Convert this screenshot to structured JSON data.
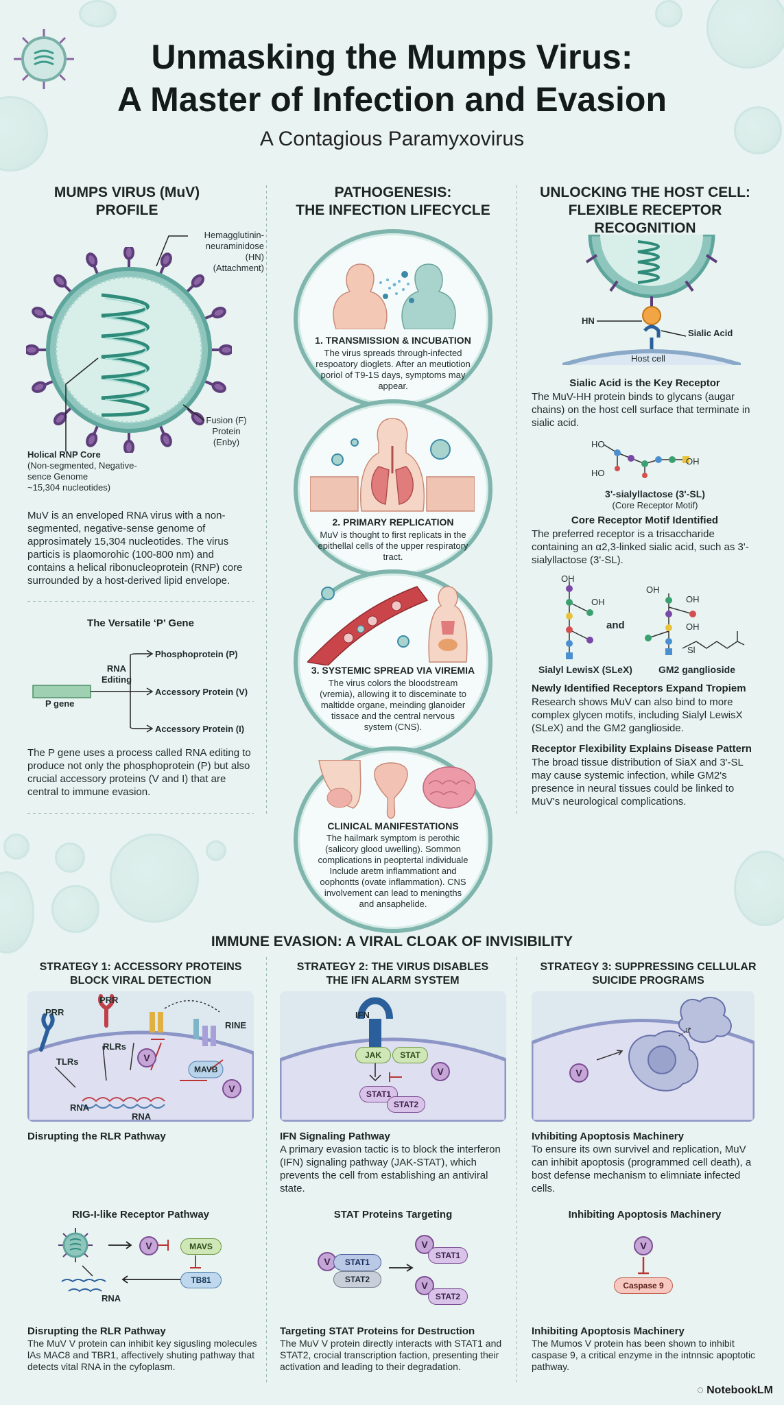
{
  "header": {
    "title_line1": "Unmasking the Mumps Virus:",
    "title_line2": "A Master of Infection and Evasion",
    "subtitle": "A Contagious Paramyxovirus"
  },
  "profile": {
    "heading_line1": "MUMPS VIRUS (MuV)",
    "heading_line2": "PROFILE",
    "label_hn": "Hemagglutinin-\nneuraminidose\n(HN)\n(Attachment)",
    "label_f": "Fusion (F)\nProtein\n(Enby)",
    "label_core_title": "Holical RNP Core",
    "label_core_text": "(Non-segmented, Negative-\nsence Genome\n~15,304 nucleotides)",
    "description": "MuV is an enveloped RNA virus with a non-segmented, negative-sense genome of approsimately 15,304 nucleotides. The virus particis is plaomorohic (100-800 nm) and contains a helical ribonucleoprotein (RNP) core surrounded by a host-derived lipid envelope.",
    "p_gene_heading": "The Versatile ‘P’ Gene",
    "p_gene_label": "P gene",
    "rna_editing": "RNA\nEditing",
    "out_p": "Phosphoprotein (P)",
    "out_v": "Accessory Protein (V)",
    "out_i": "Accessory Protein (I)",
    "p_gene_text": "The P gene uses a process called RNA editing to produce not only the phosphoprotein (P) but also crucial accessory proteins (V and I) that are central to immune evasion."
  },
  "pathogenesis": {
    "heading_line1": "PATHOGENESIS:",
    "heading_line2": "THE INFECTION LIFECYCLE",
    "steps": [
      {
        "title": "1. TRANSMISSION & INCUBATION",
        "text": "The virus spreads through-infected respoatory dioglets. After an meutiotion poriol of T9-1S days, symptoms may appear."
      },
      {
        "title": "2. PRIMARY REPLICATION",
        "text": "MuV is thought to first replicats in the epithellal cells of the upper respiratory tract."
      },
      {
        "title": "3. SYSTEMIC SPREAD VIA VIREMIA",
        "text": "The virus colors the bloodstream (vremia), allowing it to disceminate to maltidde organe, meinding glanoider tissace and the central nervous system (CNS)."
      },
      {
        "title": "CLINICAL MANIFESTATIONS",
        "text": "The hailmark symptom is perothic (salicory glood uwelling). Sommon complications in peoptertal individuale Include aretm inflammationt and oophontts (ovate inflammation). CNS involvement can lead to meningths and ansaphelide."
      }
    ]
  },
  "receptor": {
    "heading_line1": "UNLOCKING THE HOST CELL:",
    "heading_line2": "FLEXIBLE RECEPTOR",
    "heading_line3": "RECOGNITION",
    "label_hn": "HN",
    "label_sialic": "Sialic Acid",
    "label_host": "Host cell",
    "key_title": "Sialic Acid is the Key Receptor",
    "key_text": "The MuV-HH protein binds to glycans (augar chains) on the host cell surface that terminate in sialic acid.",
    "sl_name": "3'-sialyllactose (3'-SL)",
    "sl_sub": "(Core Receptor Motif)",
    "ho1": "HO",
    "ho2": "HO",
    "oh1": "OH",
    "motif_title": "Core Receptor Motif Identified",
    "motif_text": "The preferred receptor is a trisaccharide containing an α2,3-linked sialic acid, such as 3'-sialyllactose (3'-SL).",
    "and": "and",
    "oh2": "OH",
    "oh3": "OH",
    "oh4": "OH",
    "oh5": "OH",
    "oh6": "OH",
    "si": "Sl",
    "slex": "Sialyl LewisX (SLeX)",
    "gm2": "GM2 ganglioside",
    "new_title": "Newly Identified Receptors Expand Tropiem",
    "new_text": "Research shows MuV can also bind to more complex glycen motifs, including Sialyl LewisX (SLeX) and the GM2 ganglioside.",
    "flex_title": "Receptor Flexibility Explains Disease Pattern",
    "flex_text": "The broad tissue distribution of SiaX and 3'-SL may cause systemic infection, while GM2's presence in neural tissues could be linked to MuV's neurological complications."
  },
  "immune": {
    "heading": "IMMUNE EVASION: A VIRAL CLOAK OF INVISIBILITY",
    "s1": {
      "head_line1": "STRATEGY 1: ACCESSORY PROTEINS",
      "head_line2": "BLOCK VIRAL DETECTION",
      "prr1": "PRR",
      "prr2": "PRR",
      "tlrs": "TLRs",
      "rlrs": "RLRs",
      "rine": "RINE",
      "mavb": "MAVB",
      "rna1": "RNA",
      "rna2": "RNA",
      "v1": "V",
      "v2": "V",
      "sub1": "Disrupting the RLR Pathway",
      "pathway_title": "RIG-I-like Receptor Pathway",
      "v3": "V",
      "mavs": "MAVS",
      "tb81": "TB81",
      "rna3": "RNA",
      "sub2": "Disrupting the RLR Pathway",
      "text2": "The MuV V protein can inhibit key sigusling molecules lAs MAC8 and TBR1, affectively shuting pathway that detects vital RNA in the cyfoplasm."
    },
    "s2": {
      "head_line1": "STRATEGY 2: THE VIRUS DISABLES",
      "head_line2": "THE IFN ALARM SYSTEM",
      "ifn": "IFN",
      "jak": "JAK",
      "stat": "STAT",
      "v1": "V",
      "stat1": "STAT1",
      "stat2": "STAT2",
      "sub1": "IFN Signaling Pathway",
      "text1": "A primary evasion tactic is to block the interferon (IFN) signaling pathway (JAK-STAT), which prevents the cell from establishing an antiviral state.",
      "targ_title": "STAT Proteins Targeting",
      "v2": "V",
      "v3": "V",
      "v4": "V",
      "stat1b": "STAT1",
      "stat2b": "STAT2",
      "stat1c": "STAT1",
      "stat2c": "STAT2",
      "sub2": "Targeting STAT Proteins for Destruction",
      "text2": "The MuV V protein directly interacts with STAT1 and STAT2, crocial transcription faction, presenting their activation and leading to their degradation."
    },
    "s3": {
      "head_line1": "STRATEGY 3: SUPPRESSING CELLULAR",
      "head_line2": "SUICIDE PROGRAMS",
      "v1": "V",
      "sub1": "Ivhibiting Apoptosis Machinery",
      "text1": "To ensure its own survivel and replication, MuV can inhibit apoptosis (programmed cell death), a bost defense mechanism to elimniate infected cells.",
      "mid_title": "Inhibiting Apoptosis Machinery",
      "v2": "V",
      "caspase": "Caspase 9",
      "sub2": "Inhibiting Apoptosis Machinery",
      "text2": "The Mumos V protein has been shown to inhibit caspase 9, a critical enzyme in the intnnsic apoptotic pathway."
    }
  },
  "footer": {
    "brand": "NotebookLM"
  },
  "colors": {
    "background": "#e9f3f1",
    "envelope": "#8fc3bc",
    "spike": "#7b4d93",
    "accent_green": "#2f8f7f"
  }
}
